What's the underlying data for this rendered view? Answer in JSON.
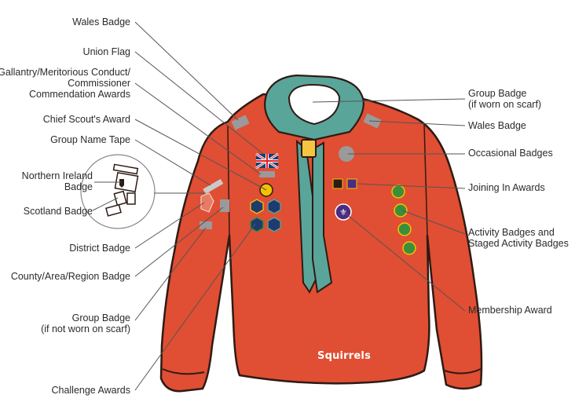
{
  "labels": {
    "wales_badge_left": "Wales Badge",
    "union_flag": "Union Flag",
    "gallantry_1": "Gallantry/Meritorious Conduct/",
    "gallantry_2": "Commissioner",
    "gallantry_3": "Commendation Awards",
    "chief_scout": "Chief Scout's Award",
    "group_name_tape": "Group Name Tape",
    "northern_ireland_1": "Northern Ireland",
    "northern_ireland_2": "Badge",
    "scotland_badge": "Scotland Badge",
    "district_badge": "District Badge",
    "county_badge": "County/Area/Region Badge",
    "group_badge_left_1": "Group Badge",
    "group_badge_left_2": "(if not worn on scarf)",
    "challenge_awards": "Challenge Awards",
    "group_badge_right_1": "Group Badge",
    "group_badge_right_2": "(if worn on scarf)",
    "wales_badge_right": "Wales Badge",
    "occasional_badges": "Occasional Badges",
    "joining_in": "Joining In Awards",
    "activity_1": "Activity Badges and",
    "activity_2": "Staged Activity Badges",
    "membership_award": "Membership Award"
  },
  "brand_text": "Squirrels",
  "colors": {
    "jumper": "#e04e33",
    "outline": "#2e1b14",
    "scarf": "#5aa59a",
    "woggle": "#f5c542",
    "patch_grey": "#9a9a9a",
    "leader_line": "#555555",
    "badge_navy": "#1f3b6e",
    "badge_purple": "#4b2c7f",
    "badge_green": "#3c8f3a",
    "badge_yellow": "#f2c300"
  }
}
